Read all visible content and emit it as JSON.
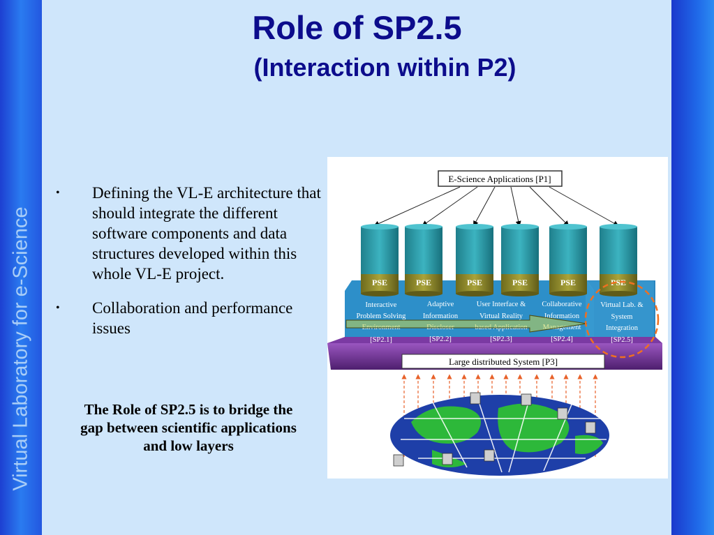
{
  "slide": {
    "title": "Role of SP2.5",
    "subtitle": "(Interaction within P2)",
    "side_label": "Virtual Laboratory for e-Science",
    "bullets": [
      "Defining the VL-E architecture that should integrate the different software components and data structures developed within this whole VL-E project.",
      "Collaboration and performance issues"
    ],
    "callout": "The Role of SP2.5 is to bridge the gap between scientific applications and low layers"
  },
  "diagram": {
    "top_box": "E-Science Applications [P1]",
    "cylinder_label": "PSE",
    "modules": [
      {
        "lines": [
          "Interactive",
          "Problem Solving",
          "Environment"
        ],
        "code": "[SP2.1]"
      },
      {
        "lines": [
          "Adaptive",
          "Information",
          "Discloser"
        ],
        "code": "[SP2.2]"
      },
      {
        "lines": [
          "User Interface &",
          "Virtual Reality",
          "based Application"
        ],
        "code": "[SP2.3]"
      },
      {
        "lines": [
          "Collaborative",
          "Information",
          "Management"
        ],
        "code": "[SP2.4]"
      },
      {
        "lines": [
          "Virtual Lab. &",
          "System",
          "Integration"
        ],
        "code": "[SP2.5]"
      }
    ],
    "bottom_box": "Large distributed System [P3]"
  },
  "colors": {
    "title": "#0c0c8c",
    "platform": "#2d8fc9",
    "base": "#6a2f8f",
    "cylinder_top": "#2a9aa8",
    "cylinder_bottom": "#8f8a2a",
    "highlight": "#f07020",
    "ocean": "#1e3fa8",
    "land": "#2db83a"
  }
}
